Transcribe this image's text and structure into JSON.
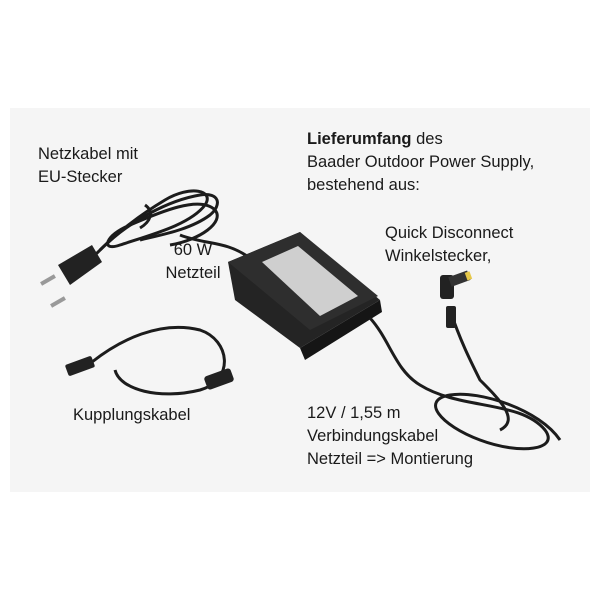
{
  "labels": {
    "netzkabel": {
      "line1": "Netzkabel mit",
      "line2": "EU-Stecker"
    },
    "lieferumfang": {
      "bold": "Lieferumfang",
      "rest": " des",
      "line2": "Baader Outdoor Power Supply,",
      "line3": "bestehend aus:"
    },
    "quick_disconnect": {
      "line1": "Quick Disconnect",
      "line2": "Winkelstecker,"
    },
    "netzteil": {
      "line1": "60 W",
      "line2": "Netzteil"
    },
    "kupplungskabel": {
      "line1": "Kupplungskabel"
    },
    "verbindungskabel": {
      "line1": "12V / 1,55 m",
      "line2": "Verbindungskabel",
      "line3": "Netzteil => Montierung"
    }
  },
  "colors": {
    "background": "#ffffff",
    "panel": "#f5f5f5",
    "cable": "#1c1c1c",
    "plug_tip": "#e6c84a"
  }
}
